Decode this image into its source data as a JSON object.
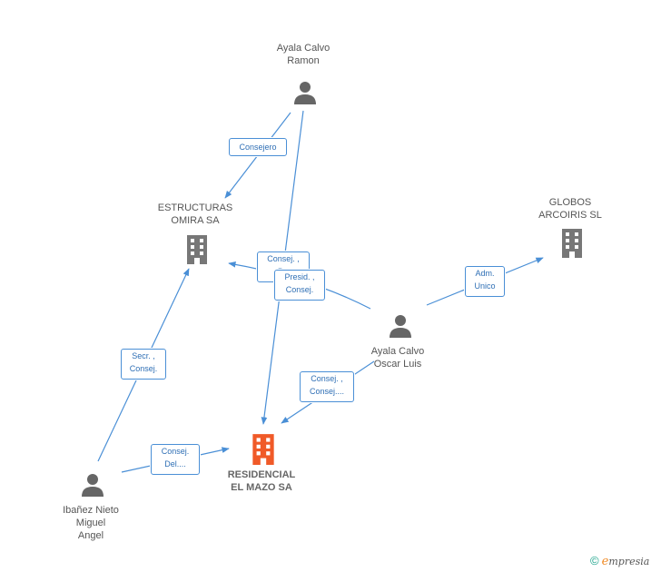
{
  "colors": {
    "edge": "#4a8fd6",
    "person": "#666666",
    "company": "#777777",
    "focus": "#f05a28"
  },
  "nodes": {
    "ramon": {
      "label": "Ayala Calvo\nRamon",
      "icon": "person-icon"
    },
    "estructuras": {
      "label": "ESTRUCTURAS\nOMIRA SA",
      "icon": "building-icon"
    },
    "globos": {
      "label": "GLOBOS\nARCOIRIS SL",
      "icon": "building-icon"
    },
    "oscar": {
      "label": "Ayala Calvo\nOscar Luis",
      "icon": "person-icon"
    },
    "residencial": {
      "label": "RESIDENCIAL\nEL MAZO SA",
      "icon": "building-icon"
    },
    "ibanez": {
      "label": "Ibañez Nieto\nMiguel\nAngel",
      "icon": "person-icon"
    }
  },
  "relations": {
    "ramon_estructuras": "Consejero",
    "oscar_estructuras": "Consej. ,\nP...",
    "ramon_residencial": "Presid. ,\nConsej.",
    "oscar_globos": "Adm.\nUnico",
    "oscar_residencial": "Consej. ,\nConsej....",
    "ibanez_estructuras": "Secr. ,\nConsej.",
    "ibanez_residencial": "Consej.\nDel...."
  },
  "footer": {
    "copyright": "©",
    "brand_initial": "e",
    "brand_rest": "mpresia"
  }
}
